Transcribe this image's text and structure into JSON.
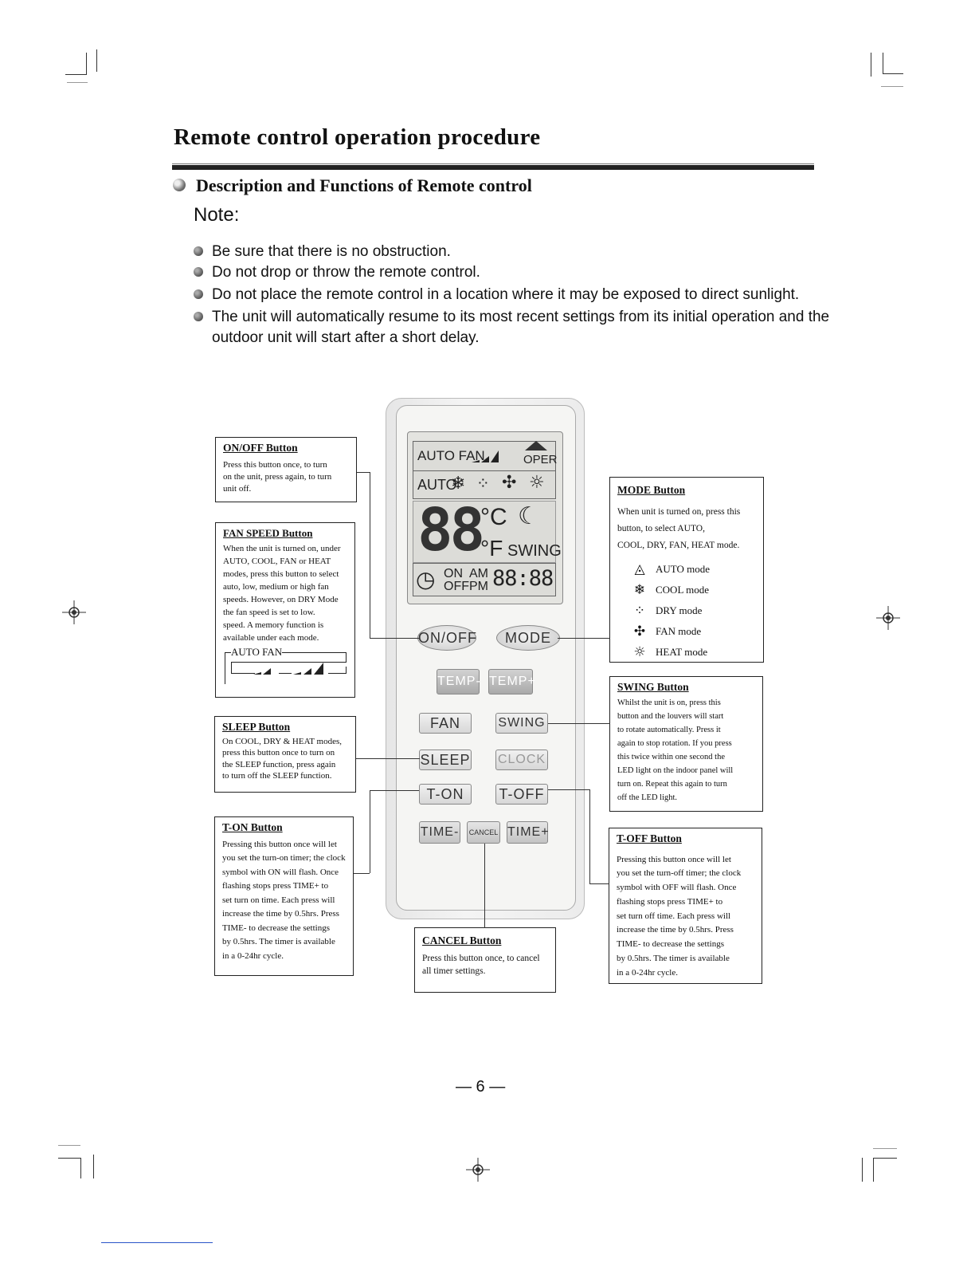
{
  "title": "Remote control operation procedure",
  "section": "Description and Functions of Remote control",
  "note_label": "Note:",
  "notes": [
    "Be sure that there is no obstruction.",
    "Do not drop or throw the remote control.",
    "Do not place the remote control in a location where it may be exposed to direct sunlight.",
    "The unit will automatically resume to its most recent settings from its initial operation and the outdoor unit will start after a short delay."
  ],
  "callouts": {
    "onoff": {
      "title": "ON/OFF Button",
      "text": "Press this button once, to turn\non the unit, press again, to turn\nunit off."
    },
    "fan_speed": {
      "title": "FAN SPEED Button",
      "text": "When the unit is turned on, under\nAUTO, COOL, FAN or HEAT\nmodes, press this button to select\nauto, low, medium or high fan\nspeeds. However, on DRY Mode\nthe fan speed is set to low.\nspeed. A memory function is\navailable under each mode.",
      "auto_fan_label": "AUTO FAN"
    },
    "sleep": {
      "title": "SLEEP Button",
      "text": "On COOL, DRY & HEAT modes,\npress this button once to turn on\nthe SLEEP function, press again\nto turn off the SLEEP function."
    },
    "ton": {
      "title": "T-ON Button",
      "text": "Pressing this button once will let\nyou set the turn-on timer; the clock\nsymbol with ON will flash. Once\nflashing stops press TIME+ to\nset turn on time. Each press will\nincrease the time by 0.5hrs. Press\nTIME- to decrease the settings\nby 0.5hrs. The timer is available\nin a 0-24hr cycle."
    },
    "mode": {
      "title": "MODE  Button",
      "text": "When unit is turned on, press this\nbutton, to select AUTO,\nCOOL, DRY, FAN, HEAT mode.",
      "modes": [
        {
          "icon": "auto-icon",
          "glyph": "◬",
          "label": "AUTO mode"
        },
        {
          "icon": "cool-icon",
          "glyph": "❄",
          "label": "COOL mode"
        },
        {
          "icon": "dry-icon",
          "glyph": "⁘",
          "label": "DRY mode"
        },
        {
          "icon": "fan-icon",
          "glyph": "✣",
          "label": "FAN mode"
        },
        {
          "icon": "heat-icon",
          "glyph": "☼",
          "label": "HEAT mode"
        }
      ]
    },
    "swing": {
      "title": "SWING Button",
      "text": "Whilst the unit is on, press this\nbutton and the louvers will start\nto rotate automatically. Press it\nagain to stop rotation. If you press\nthis twice within one second the\nLED light on the indoor panel will\nturn on. Repeat this again to turn\noff the LED light."
    },
    "toff": {
      "title": "T-OFF Button",
      "text": "Pressing this button once will let\nyou set the turn-off timer; the clock\nsymbol with OFF will flash. Once\nflashing stops press TIME+ to\nset turn off time. Each press will\nincrease the time by 0.5hrs. Press\nTIME- to decrease the settings\nby 0.5hrs. The timer is available\nin a 0-24hr cycle."
    },
    "cancel": {
      "title": "CANCEL  Button",
      "text": "Press this button once, to cancel\nall timer settings."
    }
  },
  "remote": {
    "lcd": {
      "auto_fan": "AUTO FAN",
      "oper": "OPER",
      "auto": "AUTO",
      "digits": "88",
      "celsius": "°C",
      "fahrenheit": "°F",
      "swing": "SWING",
      "on": "ON",
      "off": "OFF",
      "am": "AM",
      "pm": "PM",
      "clock": "88:88"
    },
    "buttons": {
      "onoff": "ON/OFF",
      "mode": "MODE",
      "temp_minus": "TEMP-",
      "temp_plus": "TEMP+",
      "fan": "FAN",
      "swing": "SWING",
      "sleep": "SLEEP",
      "clock": "CLOCK",
      "ton": "T-ON",
      "toff": "T-OFF",
      "time_minus": "TIME-",
      "cancel": "CANCEL",
      "time_plus": "TIME+"
    }
  },
  "page_number": "— 6 —"
}
